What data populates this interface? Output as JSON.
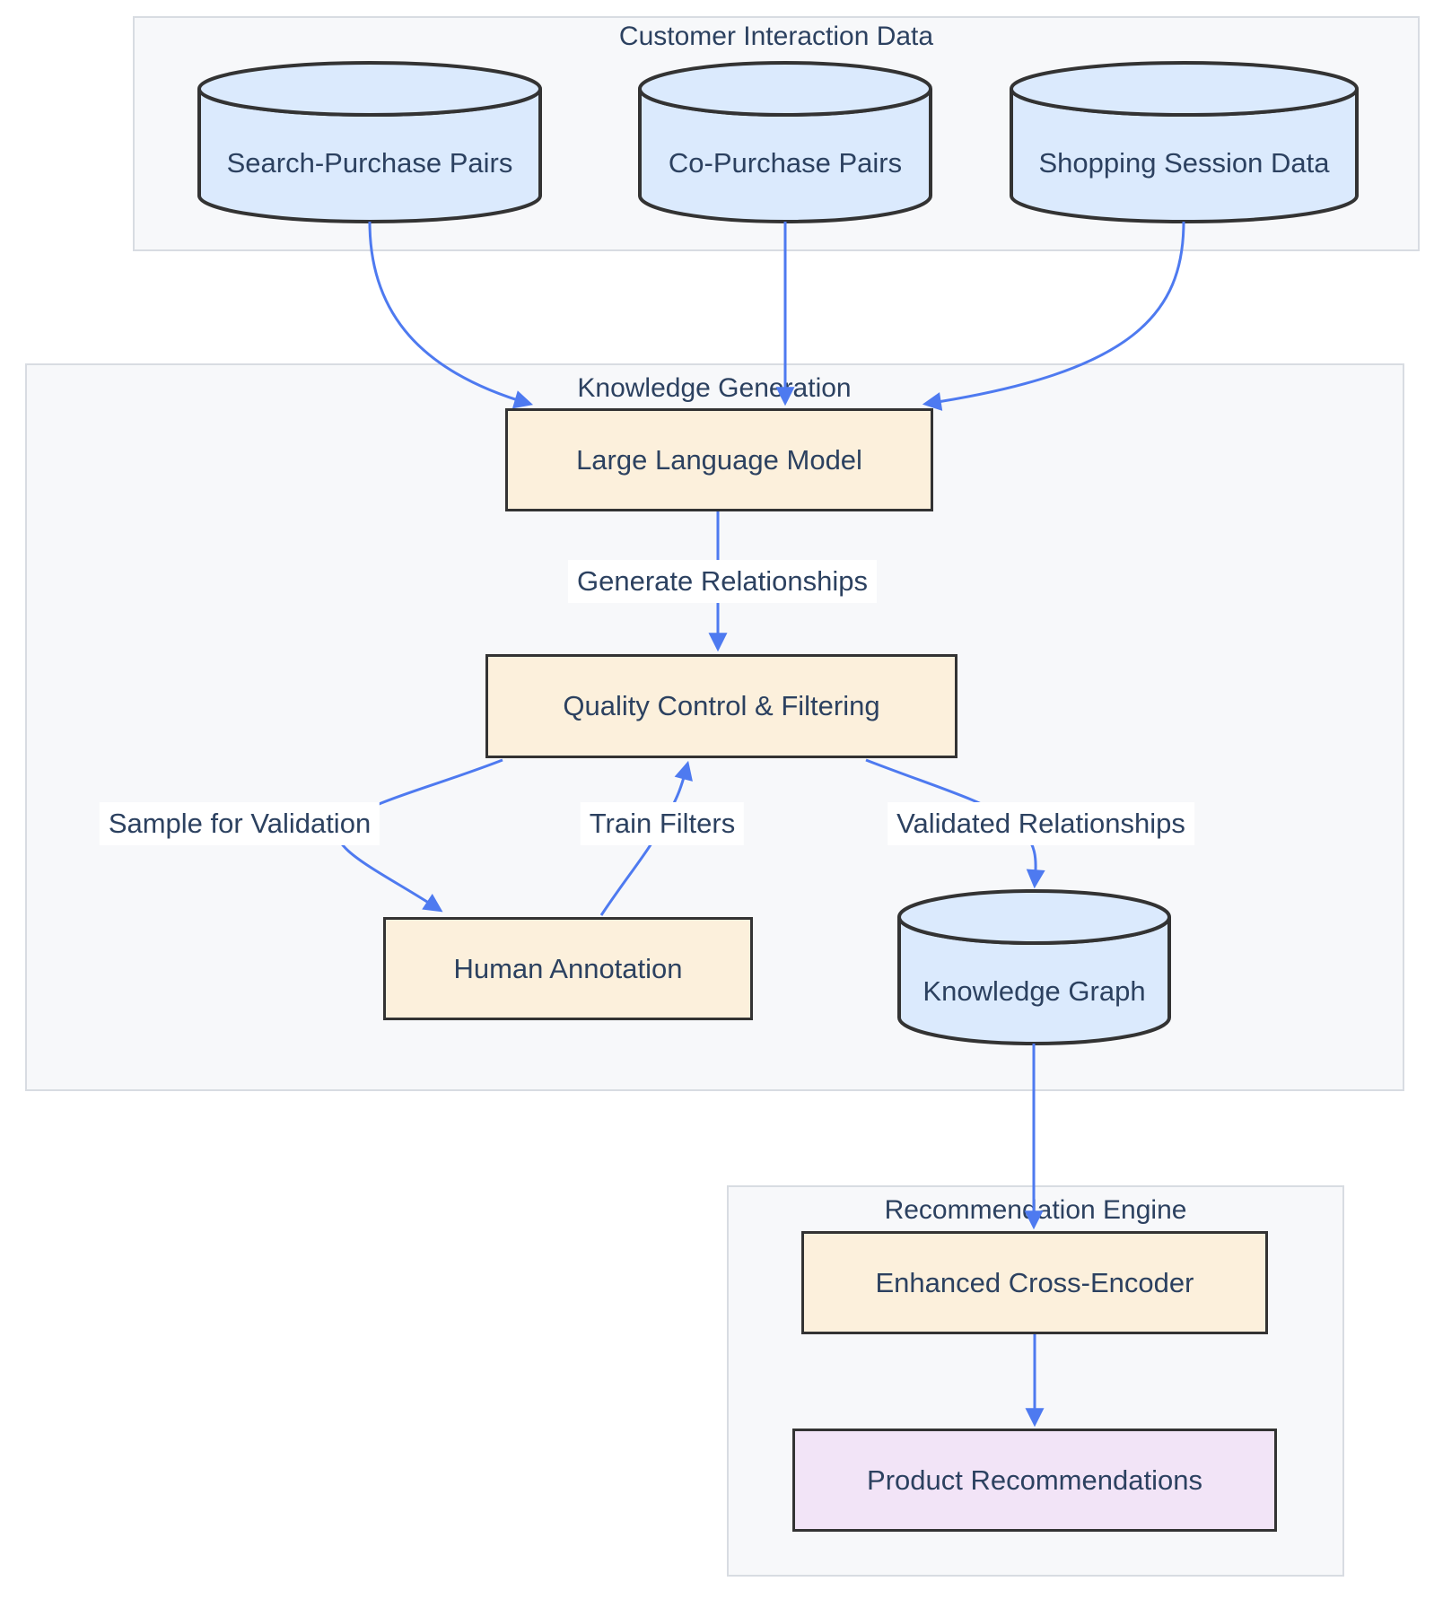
{
  "diagram": {
    "type": "flowchart",
    "sections": [
      {
        "id": "customer-interaction-data",
        "title": "Customer Interaction Data"
      },
      {
        "id": "knowledge-generation",
        "title": "Knowledge Generation"
      },
      {
        "id": "recommendation-engine",
        "title": "Recommendation Engine"
      }
    ],
    "nodes": [
      {
        "id": "search-purchase-pairs",
        "label": "Search-Purchase Pairs",
        "shape": "cylinder",
        "section": "customer-interaction-data"
      },
      {
        "id": "co-purchase-pairs",
        "label": "Co-Purchase Pairs",
        "shape": "cylinder",
        "section": "customer-interaction-data"
      },
      {
        "id": "shopping-session-data",
        "label": "Shopping Session Data",
        "shape": "cylinder",
        "section": "customer-interaction-data"
      },
      {
        "id": "large-language-model",
        "label": "Large Language Model",
        "shape": "process",
        "section": "knowledge-generation"
      },
      {
        "id": "quality-control-filtering",
        "label": "Quality Control & Filtering",
        "shape": "process",
        "section": "knowledge-generation"
      },
      {
        "id": "human-annotation",
        "label": "Human Annotation",
        "shape": "process",
        "section": "knowledge-generation"
      },
      {
        "id": "knowledge-graph",
        "label": "Knowledge Graph",
        "shape": "cylinder",
        "section": "knowledge-generation"
      },
      {
        "id": "enhanced-cross-encoder",
        "label": "Enhanced Cross-Encoder",
        "shape": "process",
        "section": "recommendation-engine"
      },
      {
        "id": "product-recommendations",
        "label": "Product Recommendations",
        "shape": "result",
        "section": "recommendation-engine"
      }
    ],
    "edges": [
      {
        "from": "search-purchase-pairs",
        "to": "large-language-model",
        "label": ""
      },
      {
        "from": "co-purchase-pairs",
        "to": "large-language-model",
        "label": ""
      },
      {
        "from": "shopping-session-data",
        "to": "large-language-model",
        "label": ""
      },
      {
        "from": "large-language-model",
        "to": "quality-control-filtering",
        "label": "Generate Relationships"
      },
      {
        "from": "quality-control-filtering",
        "to": "human-annotation",
        "label": "Sample for Validation"
      },
      {
        "from": "human-annotation",
        "to": "quality-control-filtering",
        "label": "Train Filters"
      },
      {
        "from": "quality-control-filtering",
        "to": "knowledge-graph",
        "label": "Validated Relationships"
      },
      {
        "from": "knowledge-graph",
        "to": "enhanced-cross-encoder",
        "label": ""
      },
      {
        "from": "enhanced-cross-encoder",
        "to": "product-recommendations",
        "label": ""
      }
    ],
    "colors": {
      "section_bg": "#f7f8fa",
      "section_border": "#d8dce2",
      "cylinder_fill": "#dbeafd",
      "process_fill": "#fcf0dc",
      "result_fill": "#f2e4f7",
      "node_border": "#333333",
      "arrow": "#4e7af0",
      "text": "#2c4160",
      "edge_label_bg": "#ffffff"
    }
  }
}
